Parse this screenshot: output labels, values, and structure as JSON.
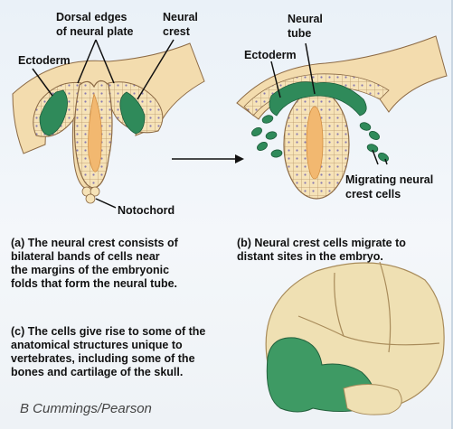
{
  "labels": {
    "ectoderm_a": "Ectoderm",
    "dorsal_edges_line1": "Dorsal edges",
    "dorsal_edges_line2": "of neural plate",
    "neural_crest_line1": "Neural",
    "neural_crest_line2": "crest",
    "notochord": "Notochord",
    "neural_tube_line1": "Neural",
    "neural_tube_line2": "tube",
    "ectoderm_b": "Ectoderm",
    "migrating_line1": "Migrating neural",
    "migrating_line2": "crest cells"
  },
  "captions": {
    "a": "(a) The neural crest consists of\n      bilateral bands of cells near\n      the margins of the embryonic\n      folds that form the neural tube.",
    "b": "(b) Neural crest cells migrate to\n      distant sites in the embryo.",
    "c": "(c) The cells give rise to some of the\n      anatomical structures unique to\n      vertebrates, including some of the\n      bones and cartilage of the skull."
  },
  "credit": "B Cummings/Pearson",
  "colors": {
    "ectoderm": "#f4dcae",
    "tube_fill": "#f6e6c4",
    "lumen": "#f2b870",
    "crest": "#2f8a5a",
    "crest_light": "#5fb584",
    "outline": "#7a5a3a",
    "nucleus": "#8a7bb0",
    "skull": "#efe0b3",
    "skull_crest": "#3e9a64"
  }
}
